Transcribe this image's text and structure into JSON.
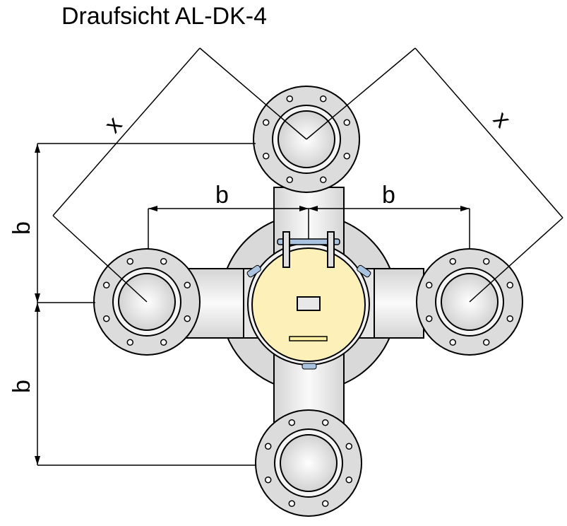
{
  "title": "Draufsicht AL-DK-4",
  "dimensions": {
    "b_top_left": "b",
    "b_top_right": "b",
    "b_left_upper": "b",
    "b_left_lower": "b",
    "x_left": "x",
    "x_right": "x"
  },
  "colors": {
    "lid": "#fdf0b8",
    "body": "#d9d9d9",
    "pipe": "#ececec",
    "clamp": "#a9c3e0"
  }
}
